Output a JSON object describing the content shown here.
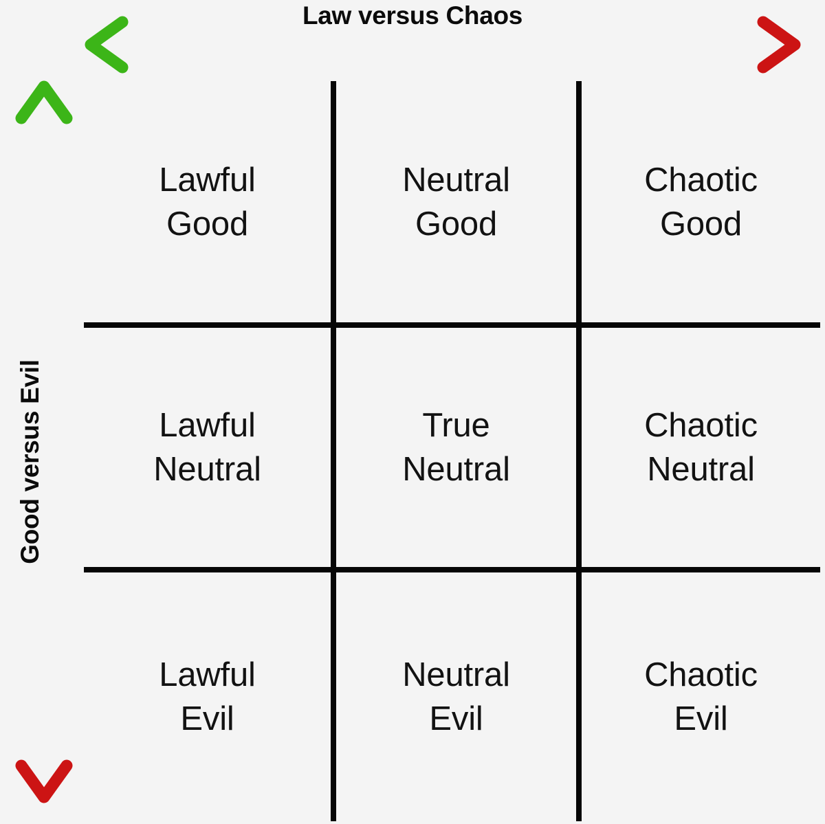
{
  "background_color": "#f4f4f4",
  "axes": {
    "horizontal": {
      "label": "Law versus Chaos",
      "left_end_meaning": "Law",
      "right_end_meaning": "Chaos",
      "start_color": "#3cb518",
      "end_color": "#cc1414",
      "arrowheads": "both",
      "left_icon": "arrow-left-icon",
      "right_icon": "arrow-right-icon"
    },
    "vertical": {
      "label": "Good versus Evil",
      "top_end_meaning": "Good",
      "bottom_end_meaning": "Evil",
      "start_color": "#3cb518",
      "end_color": "#cc1414",
      "arrowheads": "both",
      "top_icon": "arrow-up-icon",
      "bottom_icon": "arrow-down-icon"
    }
  },
  "grid": {
    "line_color": "#060606",
    "columns": [
      "Lawful",
      "Neutral",
      "Chaotic"
    ],
    "rows": [
      "Good",
      "Neutral",
      "Evil"
    ],
    "cells": [
      [
        {
          "label": "Lawful\nGood",
          "line1": "Lawful",
          "line2": "Good"
        },
        {
          "label": "Neutral\nGood",
          "line1": "Neutral",
          "line2": "Good"
        },
        {
          "label": "Chaotic\nGood",
          "line1": "Chaotic",
          "line2": "Good"
        }
      ],
      [
        {
          "label": "Lawful\nNeutral",
          "line1": "Lawful",
          "line2": "Neutral"
        },
        {
          "label": "True\nNeutral",
          "line1": "True",
          "line2": "Neutral"
        },
        {
          "label": "Chaotic\nNeutral",
          "line1": "Chaotic",
          "line2": "Neutral"
        }
      ],
      [
        {
          "label": "Lawful\nEvil",
          "line1": "Lawful",
          "line2": "Evil"
        },
        {
          "label": "Neutral\nEvil",
          "line1": "Neutral",
          "line2": "Evil"
        },
        {
          "label": "Chaotic\nEvil",
          "line1": "Chaotic",
          "line2": "Evil"
        }
      ]
    ]
  }
}
